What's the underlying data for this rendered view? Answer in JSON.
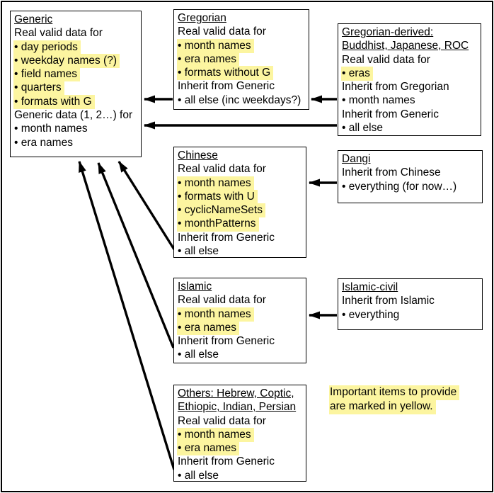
{
  "colors": {
    "ink": "#000000",
    "highlight": "#fcf5a0",
    "background": "#ffffff"
  },
  "boxes": [
    {
      "id": "generic",
      "lines": [
        {
          "text": "Generic",
          "underline": true
        },
        {
          "text": "Real valid data for"
        },
        {
          "text": "• day periods",
          "highlight": true
        },
        {
          "text": "• weekday names (?)",
          "highlight": true
        },
        {
          "text": "• field names",
          "highlight": true
        },
        {
          "text": "• quarters",
          "highlight": true
        },
        {
          "text": "• formats with G",
          "highlight": true
        },
        {
          "text": "Generic data (1, 2…) for"
        },
        {
          "text": "• month names"
        },
        {
          "text": "• era names"
        }
      ]
    },
    {
      "id": "gregorian",
      "lines": [
        {
          "text": "Gregorian",
          "underline": true
        },
        {
          "text": "Real valid data for"
        },
        {
          "text": "• month names",
          "highlight": true
        },
        {
          "text": "• era names",
          "highlight": true
        },
        {
          "text": "• formats without G",
          "highlight": true
        },
        {
          "text": "Inherit from Generic"
        },
        {
          "text": "• all else (inc weekdays?)"
        }
      ]
    },
    {
      "id": "gregorian-derived",
      "lines": [
        {
          "text": "Gregorian-derived:",
          "underline": true
        },
        {
          "text": "Buddhist, Japanese, ROC",
          "underline": true
        },
        {
          "text": "Real valid data for"
        },
        {
          "text": "• eras",
          "highlight": true
        },
        {
          "text": "Inherit from Gregorian"
        },
        {
          "text": "• month names"
        },
        {
          "text": "Inherit from Generic"
        },
        {
          "text": "• all else"
        }
      ]
    },
    {
      "id": "chinese",
      "lines": [
        {
          "text": "Chinese",
          "underline": true
        },
        {
          "text": "Real valid data for"
        },
        {
          "text": "• month names",
          "highlight": true
        },
        {
          "text": "• formats with U",
          "highlight": true
        },
        {
          "text": "• cyclicNameSets",
          "highlight": true
        },
        {
          "text": "• monthPatterns",
          "highlight": true
        },
        {
          "text": "Inherit from Generic"
        },
        {
          "text": "• all else"
        }
      ]
    },
    {
      "id": "dangi",
      "lines": [
        {
          "text": "Dangi",
          "underline": true
        },
        {
          "text": "Inherit from Chinese"
        },
        {
          "text": "• everything (for now…)"
        }
      ]
    },
    {
      "id": "islamic",
      "lines": [
        {
          "text": "Islamic",
          "underline": true
        },
        {
          "text": "Real valid data for"
        },
        {
          "text": "• month names",
          "highlight": true
        },
        {
          "text": "• era names",
          "highlight": true
        },
        {
          "text": "Inherit from Generic"
        },
        {
          "text": "• all else"
        }
      ]
    },
    {
      "id": "islamic-civil",
      "lines": [
        {
          "text": "Islamic-civil",
          "underline": true
        },
        {
          "text": "Inherit from Islamic"
        },
        {
          "text": "• everything"
        }
      ]
    },
    {
      "id": "others",
      "lines": [
        {
          "text": "Others: Hebrew, Coptic,",
          "underline": true
        },
        {
          "text": "Ethiopic, Indian, Persian",
          "underline": true
        },
        {
          "text": "Real valid data for"
        },
        {
          "text": "• month names",
          "highlight": true
        },
        {
          "text": "• era names",
          "highlight": true
        },
        {
          "text": "Inherit from Generic"
        },
        {
          "text": "• all else"
        }
      ]
    }
  ],
  "note": {
    "lines": [
      {
        "text": "Important items to provide",
        "highlight": true
      },
      {
        "text": "are marked in yellow.",
        "highlight": true
      }
    ]
  },
  "arrows": [
    {
      "from": "gregorian",
      "to": "generic"
    },
    {
      "from": "gregorian-derived",
      "to": "gregorian"
    },
    {
      "from": "gregorian-derived",
      "to": "generic"
    },
    {
      "from": "dangi",
      "to": "chinese"
    },
    {
      "from": "islamic-civil",
      "to": "islamic"
    },
    {
      "from": "chinese",
      "to": "generic"
    },
    {
      "from": "islamic",
      "to": "generic"
    },
    {
      "from": "others",
      "to": "generic"
    }
  ]
}
